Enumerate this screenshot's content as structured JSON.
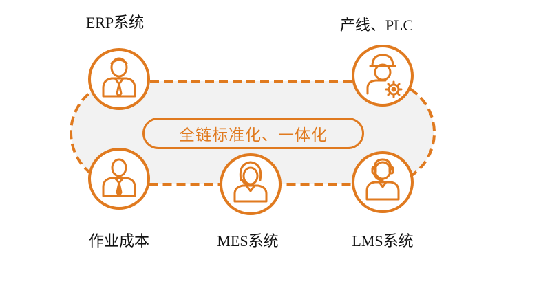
{
  "center_label": "全链标准化、一体化",
  "accent_color": "#e07a1f",
  "nodes": [
    {
      "id": "erp",
      "label": "ERP系统",
      "icon": "businessman-tie-icon"
    },
    {
      "id": "plc",
      "label": "产线、PLC",
      "icon": "engineer-gear-icon"
    },
    {
      "id": "cost",
      "label": "作业成本",
      "icon": "manager-tie-icon"
    },
    {
      "id": "mes",
      "label": "MES系统",
      "icon": "woman-agent-icon"
    },
    {
      "id": "lms",
      "label": "LMS系统",
      "icon": "headset-operator-icon"
    }
  ]
}
